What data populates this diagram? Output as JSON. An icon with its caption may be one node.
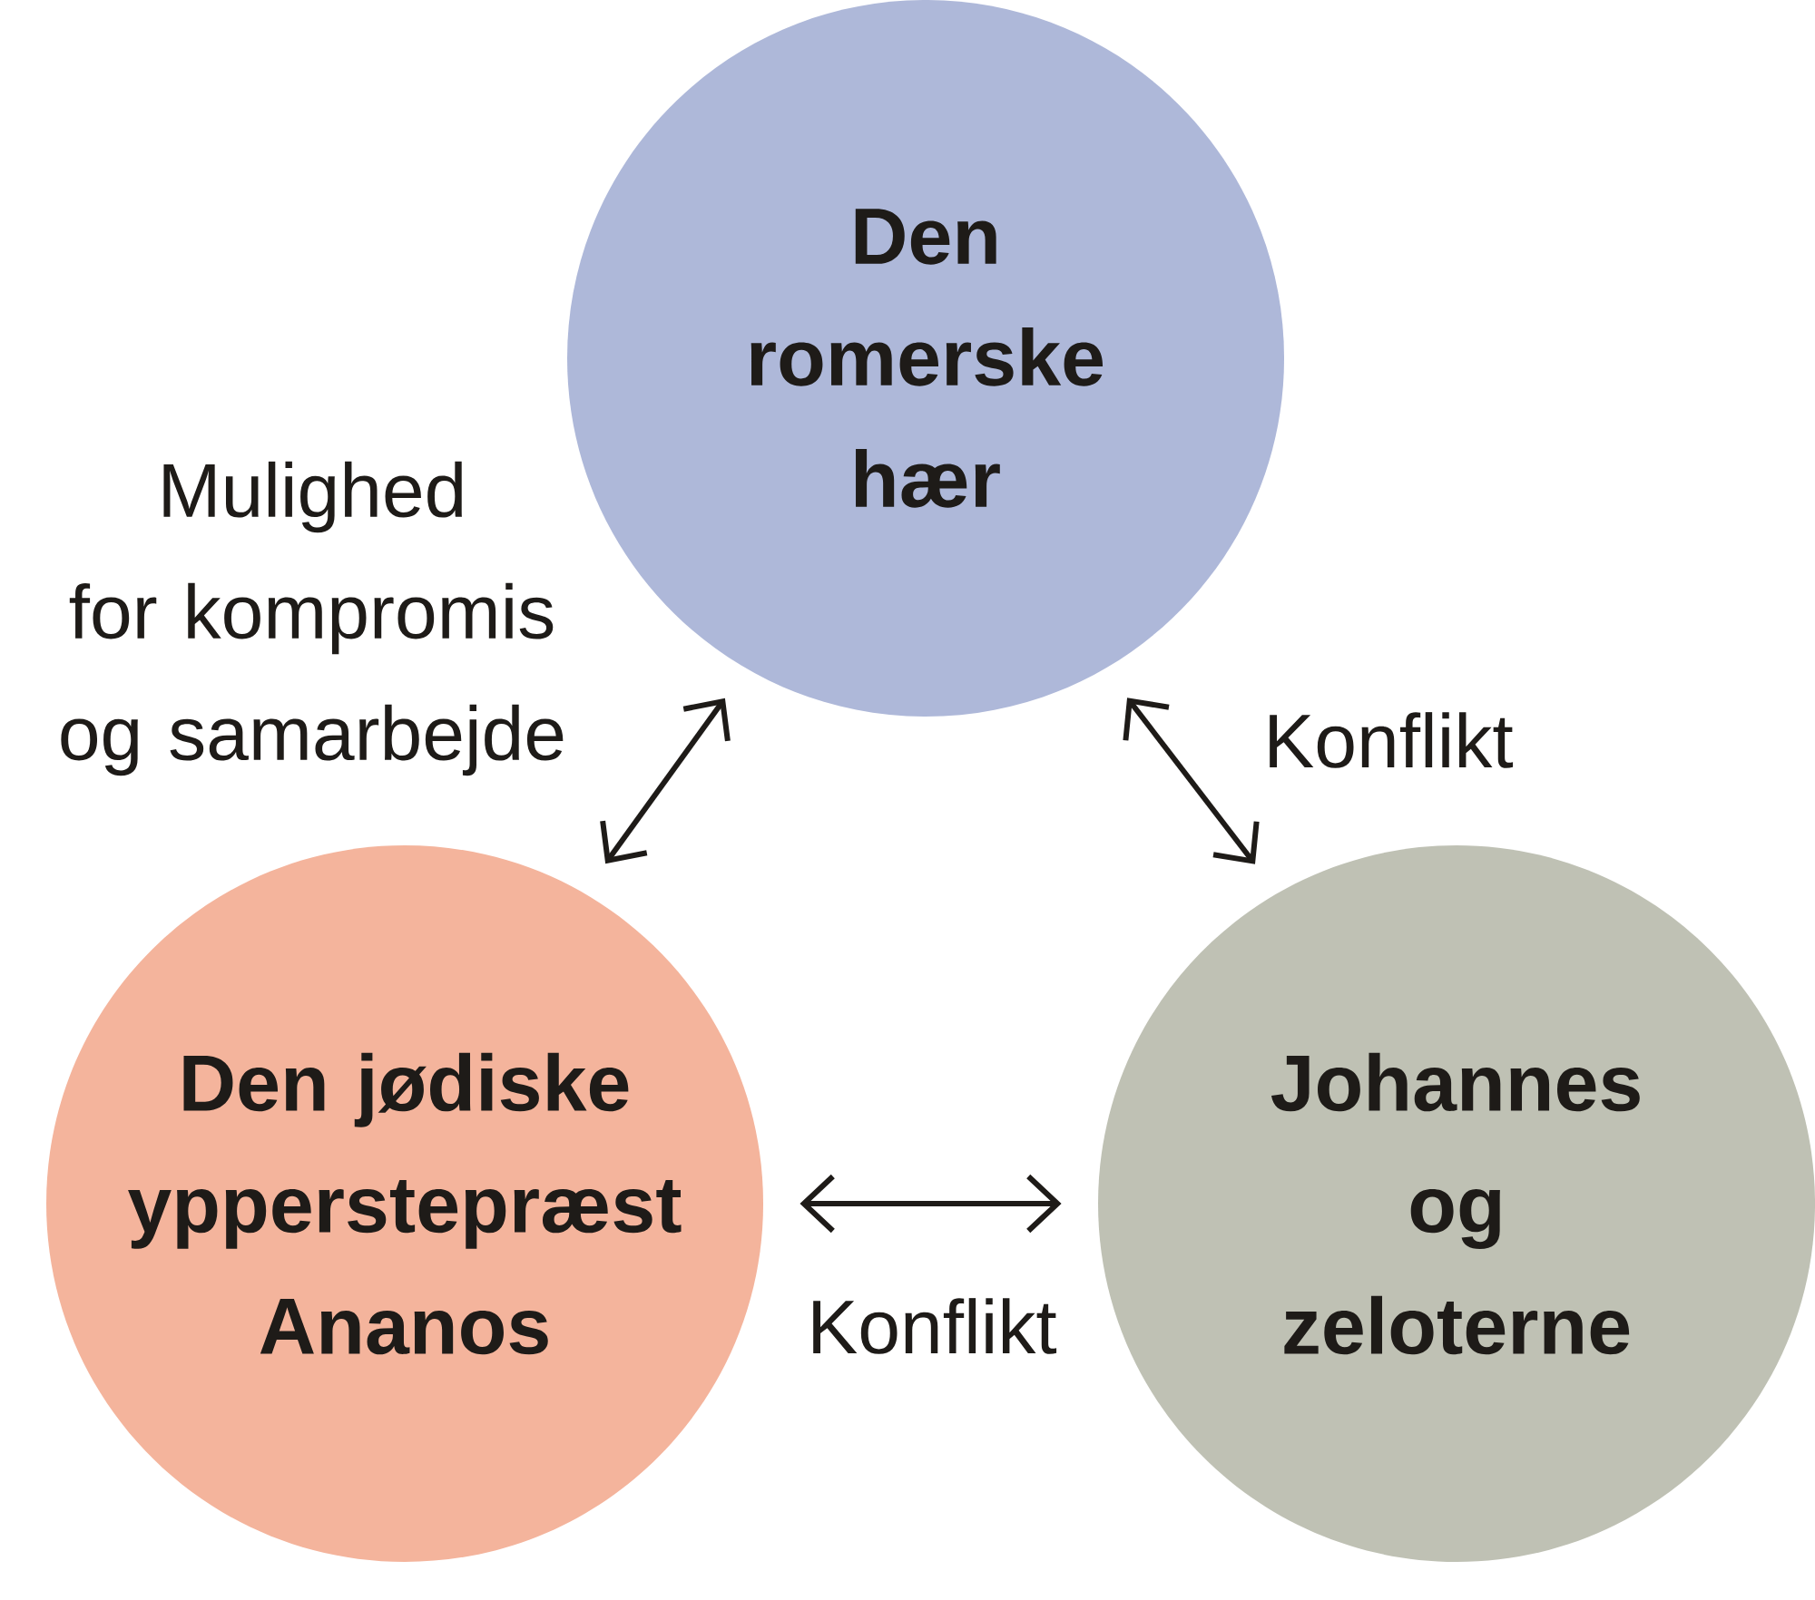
{
  "diagram": {
    "nodes": [
      {
        "text": [
          "Den romerske hær"
        ]
      },
      {
        "text": [
          "Den jødiske ypperstepræst Ananos"
        ]
      },
      {
        "text": [
          "Johannes og zeloterne"
        ]
      }
    ],
    "edges": [
      {
        "from": 1,
        "to": 0,
        "arrow": "both",
        "label": "Mulighed for kompromis og samarbejde"
      },
      {
        "from": 0,
        "to": 2,
        "arrow": "both",
        "label": "Konflikt"
      },
      {
        "from": 1,
        "to": 2,
        "arrow": "both",
        "label": "Konflikt"
      }
    ]
  }
}
